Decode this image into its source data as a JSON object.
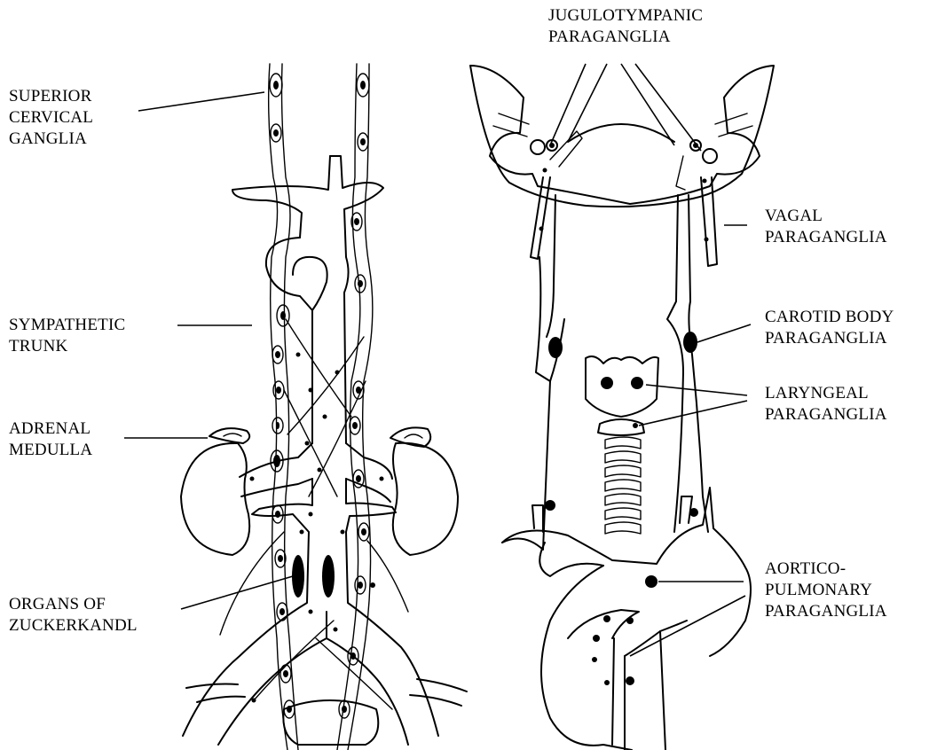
{
  "labels": {
    "superior_cervical_ganglia": [
      "SUPERIOR",
      "CERVICAL",
      "GANGLIA"
    ],
    "sympathetic_trunk": [
      "SYMPATHETIC",
      "TRUNK"
    ],
    "adrenal_medulla": [
      "ADRENAL",
      "MEDULLA"
    ],
    "organs_of_zuckerkandl": [
      "ORGANS OF",
      "ZUCKERKANDL"
    ],
    "jugulotympanic_paraganglia": [
      "JUGULOTYMPANIC",
      "PARAGANGLIA"
    ],
    "vagal_paraganglia": [
      "VAGAL",
      "PARAGANGLIA"
    ],
    "carotid_body_paraganglia": [
      "CAROTID BODY",
      "PARAGANGLIA"
    ],
    "laryngeal_paraganglia": [
      "LARYNGEAL",
      "PARAGANGLIA"
    ],
    "aortico_pulmonary_paraganglia": [
      "AORTICO-",
      "PULMONARY",
      "PARAGANGLIA"
    ]
  }
}
